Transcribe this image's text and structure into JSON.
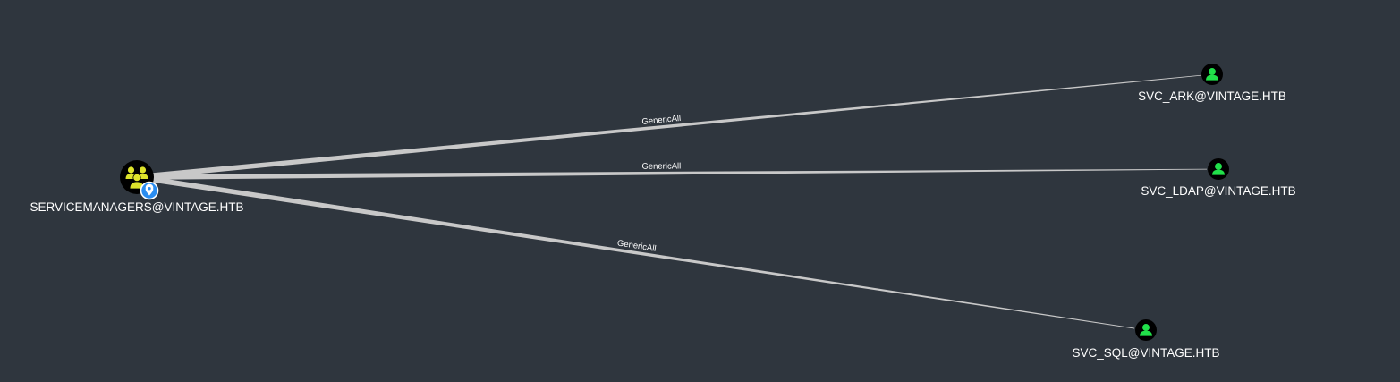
{
  "graph": {
    "background_color": "#2f363e",
    "nodes": [
      {
        "id": "servicemanagers",
        "label": "SERVICEMANAGERS@VINTAGE.HTB",
        "kind": "group",
        "icon": "users-group-icon",
        "icon_color": "#dde32b",
        "badge": "location-pin-icon",
        "badge_color": "#2a8df0"
      },
      {
        "id": "svc_ark",
        "label": "SVC_ARK@VINTAGE.HTB",
        "kind": "user",
        "icon": "user-icon",
        "icon_color": "#21e04a"
      },
      {
        "id": "svc_ldap",
        "label": "SVC_LDAP@VINTAGE.HTB",
        "kind": "user",
        "icon": "user-icon",
        "icon_color": "#21e04a"
      },
      {
        "id": "svc_sql",
        "label": "SVC_SQL@VINTAGE.HTB",
        "kind": "user",
        "icon": "user-icon",
        "icon_color": "#21e04a"
      }
    ],
    "edges": [
      {
        "from": "servicemanagers",
        "to": "svc_ark",
        "label": "GenericAll"
      },
      {
        "from": "servicemanagers",
        "to": "svc_ldap",
        "label": "GenericAll"
      },
      {
        "from": "servicemanagers",
        "to": "svc_sql",
        "label": "GenericAll"
      }
    ],
    "edge_color": "#c8c8c8"
  }
}
